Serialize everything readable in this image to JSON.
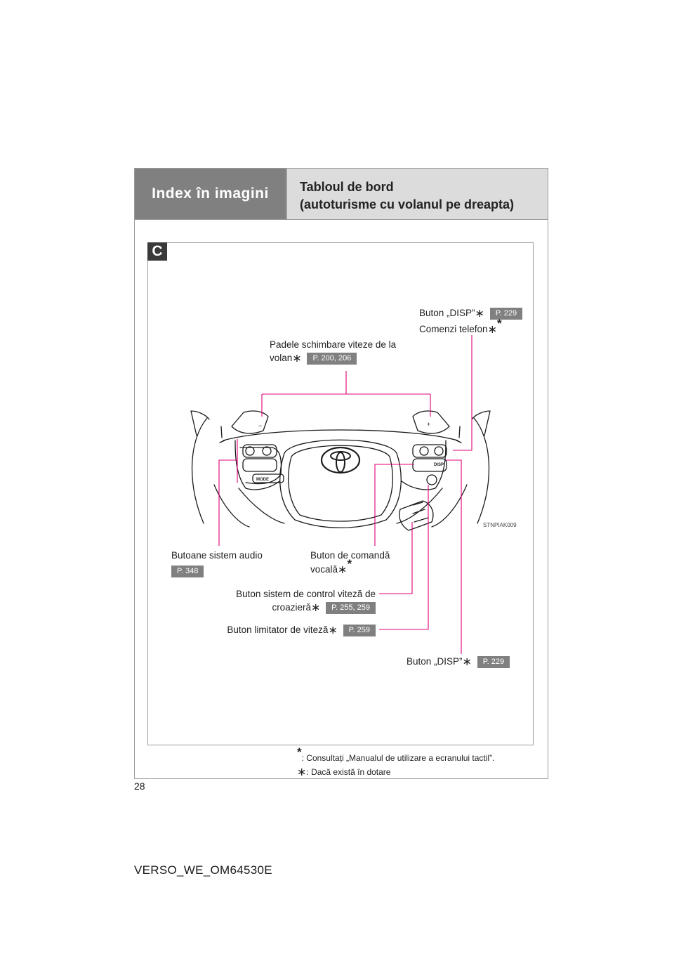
{
  "header": {
    "section_title": "Index în imagini",
    "subtitle_line1": "Tabloul de bord",
    "subtitle_line2": "(autoturisme cu volanul pe dreapta)"
  },
  "panel": {
    "badge": "C",
    "image_code": "STNPIAK009",
    "steering_labels": {
      "minus": "−",
      "plus": "+",
      "mode": "MODE",
      "disp": "DISP"
    }
  },
  "callouts": {
    "disp_top": {
      "text": "Buton „DISP”",
      "page": "P. 229"
    },
    "phone": {
      "text": "Comenzi telefon"
    },
    "paddles": {
      "line1": "Padele schimbare viteze de la",
      "line2": "volan",
      "page": "P. 200, 206"
    },
    "audio": {
      "text": "Butoane sistem audio",
      "page": "P. 348"
    },
    "voice": {
      "line1": "Buton de comandă",
      "line2": "vocală"
    },
    "cruise": {
      "line1": "Buton sistem de control viteză de",
      "line2": "croazieră",
      "page": "P. 255, 259"
    },
    "limiter": {
      "text": "Buton limitator de viteză",
      "page": "P. 259"
    },
    "disp_bottom": {
      "text": "Buton „DISP”",
      "page": "P. 229"
    }
  },
  "footnotes": {
    "note1": ": Consultați „Manualul de utilizare a ecranului tactil”.",
    "note2": ": Dacă există în dotare"
  },
  "symbols": {
    "asterisk_thin": "∗",
    "asterisk_bold": "*"
  },
  "page_number": "28",
  "doc_code": "VERSO_WE_OM64530E",
  "colors": {
    "callout_line": "#e0007a",
    "header_dark": "#808080",
    "header_light": "#dcdcdc",
    "ref_badge": "#808080"
  }
}
